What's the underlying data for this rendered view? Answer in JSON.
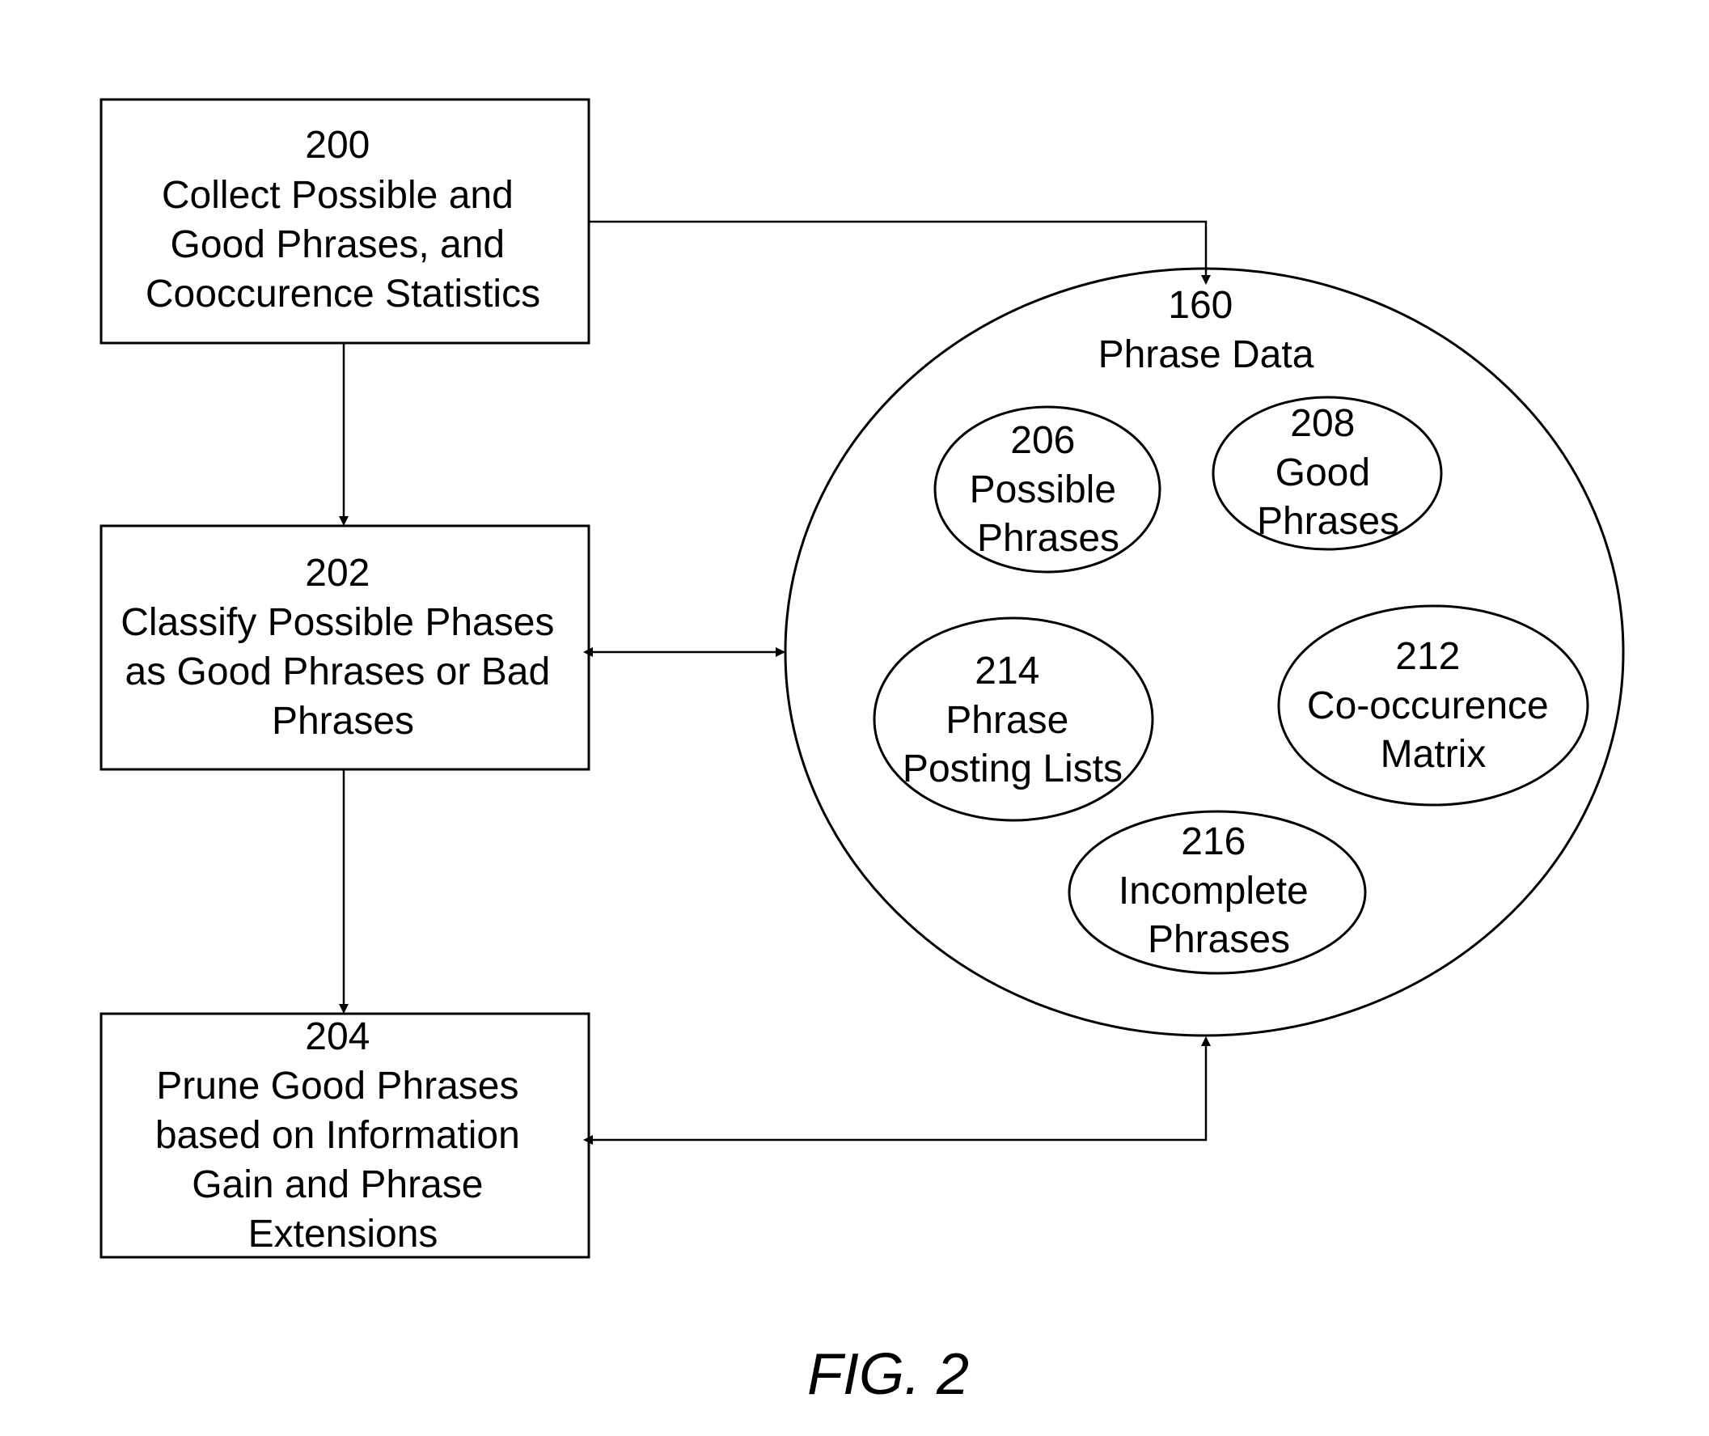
{
  "steps": [
    {
      "id": "200",
      "lines": [
        "200",
        "Collect Possible and",
        "Good Phrases, and",
        "Cooccurence Statistics"
      ]
    },
    {
      "id": "202",
      "lines": [
        "202",
        "Classify Possible Phases",
        "as Good Phrases or Bad",
        "Phrases"
      ]
    },
    {
      "id": "204",
      "lines": [
        "204",
        "Prune Good Phrases",
        "based on Information",
        "Gain and Phrase",
        "Extensions"
      ]
    }
  ],
  "store": {
    "id": "160",
    "lines": [
      "160",
      "Phrase Data"
    ],
    "items": [
      {
        "id": "206",
        "lines": [
          "206",
          "Possible",
          "Phrases"
        ]
      },
      {
        "id": "208",
        "lines": [
          "208",
          "Good",
          "Phrases"
        ]
      },
      {
        "id": "214",
        "lines": [
          "214",
          "Phrase",
          "Posting Lists"
        ]
      },
      {
        "id": "212",
        "lines": [
          "212",
          "Co-occurence",
          "Matrix"
        ]
      },
      {
        "id": "216",
        "lines": [
          "216",
          "Incomplete",
          "Phrases"
        ]
      }
    ]
  },
  "caption": "FIG. 2"
}
